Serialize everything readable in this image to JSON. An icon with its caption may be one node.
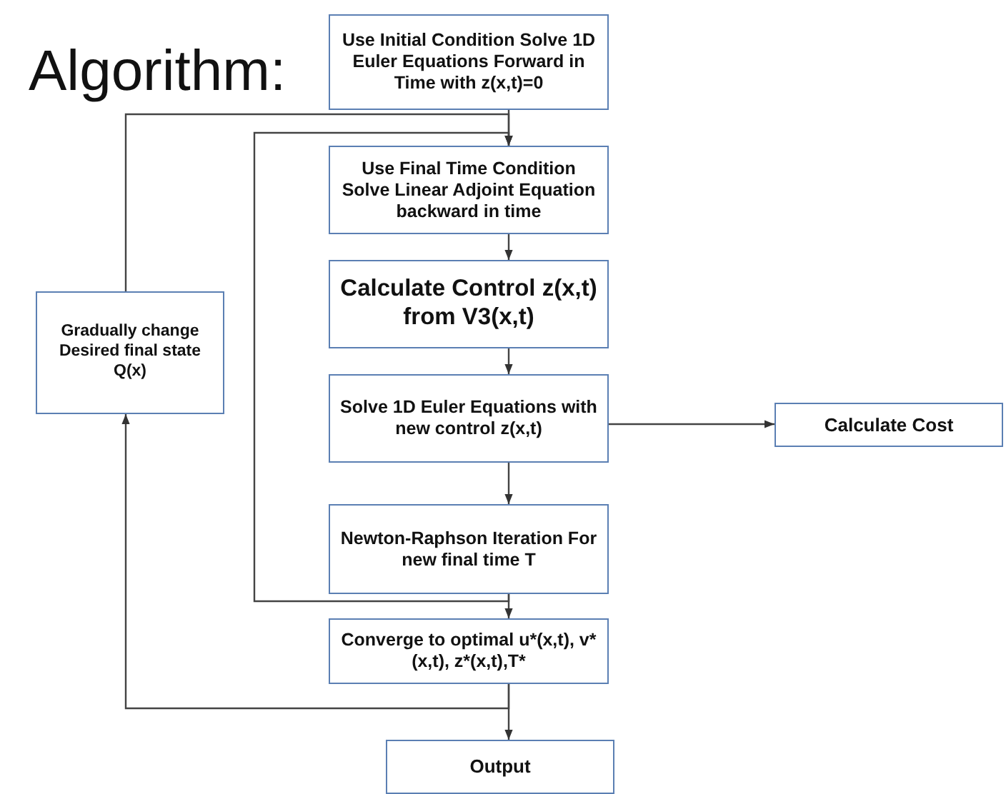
{
  "diagram": {
    "title": "Algorithm:",
    "nodes": [
      {
        "text": [
          "Use Initial Condition Solve 1D Euler Equations Forward in Time with z(x,t)=0"
        ]
      },
      {
        "text": [
          "Use Final Time Condition Solve Linear Adjoint Equation backward in time"
        ]
      },
      {
        "text": [
          "Calculate Control z(x,t) from V3(x,t)"
        ]
      },
      {
        "text": [
          "Solve 1D Euler Equations with new control z(x,t)"
        ]
      },
      {
        "text": [
          "Newton-Raphson Iteration For new final time T"
        ]
      },
      {
        "text": [
          "Converge to optimal u*(x,t), v*(x,t), z*(x,t),T*"
        ]
      },
      {
        "text": [
          "Output"
        ]
      },
      {
        "text": [
          "Calculate Cost"
        ]
      },
      {
        "text": [
          "Gradually change Desired final state Q(x)"
        ]
      }
    ],
    "edges": [
      {
        "from": 0,
        "to": 1,
        "arrow": "to"
      },
      {
        "from": 1,
        "to": 2,
        "arrow": "to"
      },
      {
        "from": 2,
        "to": 3,
        "arrow": "to"
      },
      {
        "from": 3,
        "to": 4,
        "arrow": "to"
      },
      {
        "from": 4,
        "to": 5,
        "arrow": "to"
      },
      {
        "from": 5,
        "to": 6,
        "arrow": "to"
      },
      {
        "from": 3,
        "to": 7,
        "arrow": "to"
      },
      {
        "from": 8,
        "to": 1,
        "arrow": "to"
      },
      {
        "from": 4,
        "to": 1,
        "arrow": "to"
      },
      {
        "from": 5,
        "to": 8,
        "arrow": "to"
      }
    ]
  }
}
